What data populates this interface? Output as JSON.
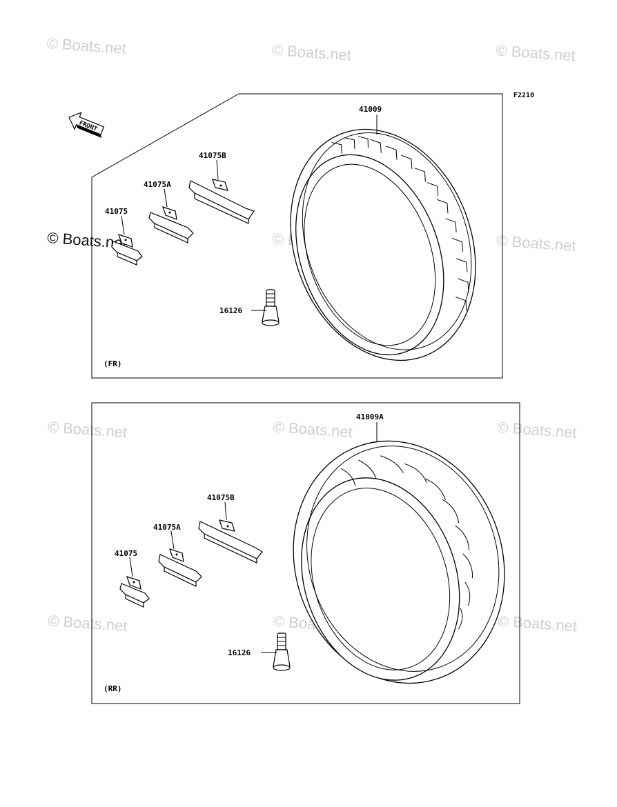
{
  "watermark_text": "© Boats.net",
  "figure_code": "F2210",
  "front_arrow": "FRONT",
  "front_panel": {
    "section_label": "(FR)",
    "parts": {
      "tire": "41009",
      "weight_large": "41075B",
      "weight_medium": "41075A",
      "weight_small": "41075",
      "valve": "16126"
    }
  },
  "rear_panel": {
    "section_label": "(RR)",
    "parts": {
      "tire": "41009A",
      "weight_large": "41075B",
      "weight_medium": "41075A",
      "weight_small": "41075",
      "valve": "16126"
    }
  }
}
